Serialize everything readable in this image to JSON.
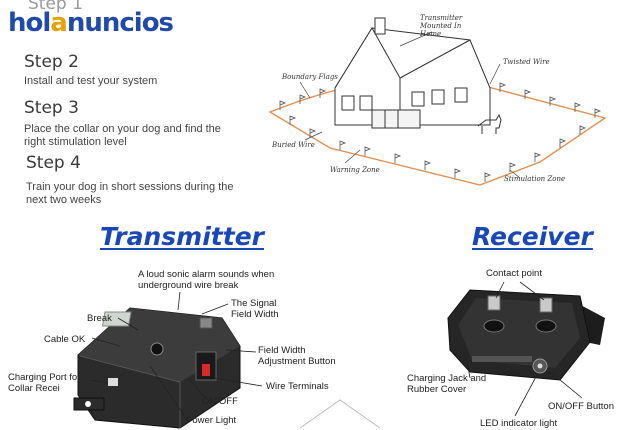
{
  "logo": {
    "part1": "hol",
    "part2": "a",
    "part3": "nuncios"
  },
  "steps": [
    {
      "title": "Step 1",
      "text": ""
    },
    {
      "title": "Step 2",
      "text": "Install and test your system"
    },
    {
      "title": "Step 3",
      "text": "Place the collar on your dog and find the right stimulation level"
    },
    {
      "title": "Step 4",
      "text": "Train your dog in short sessions during the next two weeks"
    }
  ],
  "yard": {
    "transmitter_mounted": "Transmitter Mounted In Home",
    "twisted_wire": "Twisted Wire",
    "boundary_flags": "Boundary Flags",
    "buried_wire": "Buried Wire",
    "warning_zone": "Warning Zone",
    "stimulation_zone": "Stimulation Zone"
  },
  "transmitter": {
    "title": "Transmitter",
    "labels": {
      "alarm": "A loud sonic alarm sounds when underground wire break",
      "break": "Break",
      "signal_width": "The Signal Field Width",
      "cable_ok": "Cable OK",
      "field_width_btn": "Field Width Adjustment Button",
      "charging_port": "Charging Port for Collar Recei",
      "wire_terminals": "Wire Terminals",
      "on_off": "ON/OFF",
      "power_light": "Power Light"
    }
  },
  "receiver": {
    "title": "Receiver",
    "labels": {
      "contact_point": "Contact point",
      "charging_jack": "Charging Jack and Rubber Cover",
      "on_off_button": "ON/OFF Button",
      "led": "LED indicator light"
    }
  },
  "colors": {
    "accent_blue": "#1a47b8",
    "logo_yellow": "#e8a200",
    "logo_blue": "#1f4aa8",
    "wire_orange": "#e09050"
  }
}
